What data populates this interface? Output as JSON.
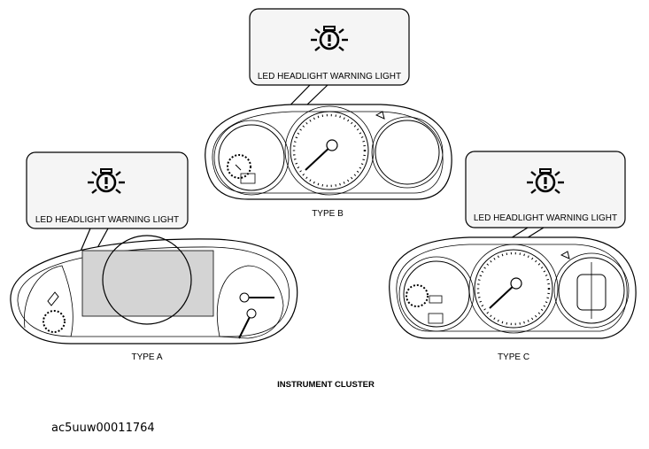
{
  "callouts": {
    "b": "LED HEADLIGHT WARNING LIGHT",
    "a": "LED HEADLIGHT WARNING LIGHT",
    "c": "LED HEADLIGHT WARNING LIGHT"
  },
  "types": {
    "a": "TYPE A",
    "b": "TYPE B",
    "c": "TYPE C"
  },
  "figure_title": "INSTRUMENT CLUSTER",
  "figure_code": "ac5uuw00011764",
  "icons": [
    "headlight-warning-icon"
  ]
}
